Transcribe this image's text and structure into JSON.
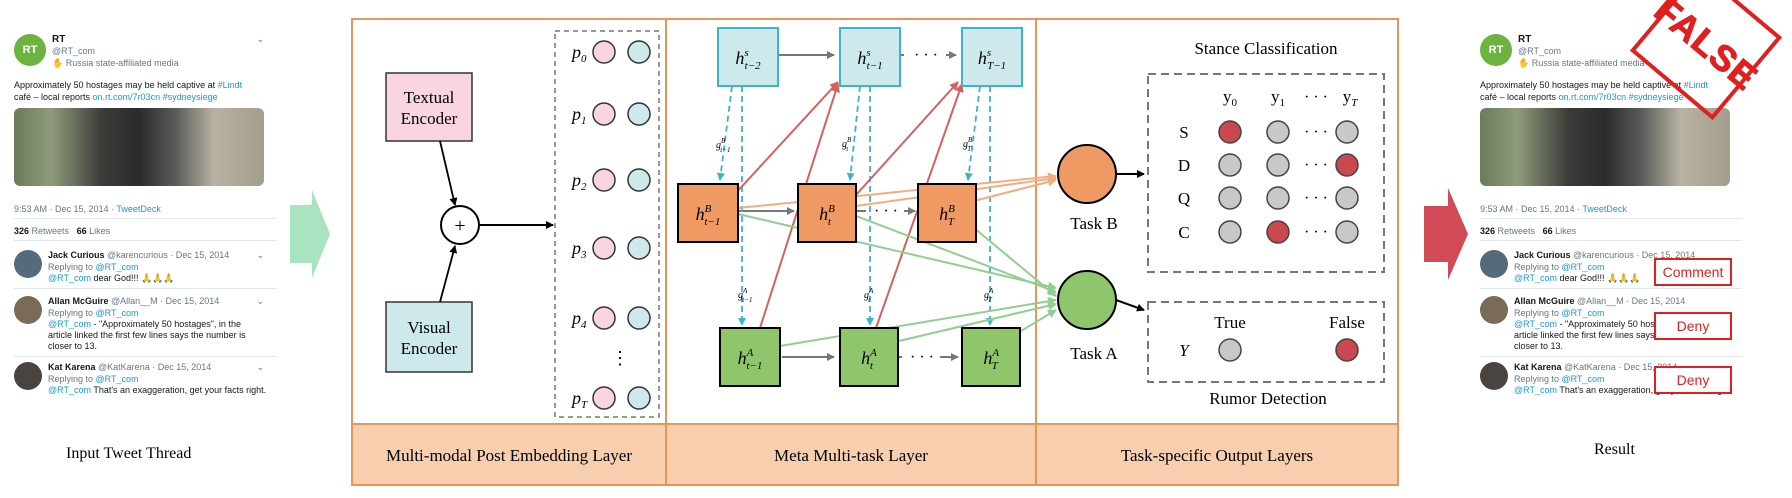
{
  "tweet": {
    "avatar_text": "RT",
    "account_name": "RT",
    "handle": "@RT_com",
    "affiliation": "Russia state-affiliated media",
    "text_line1_a": "Approximately 50 hostages may be held captive at ",
    "text_line1_b": "#Lindt",
    "text_line2_a": "café – local reports ",
    "text_line2_b": "on.rt.com/7r03cn #sydneysiege",
    "timestamp": "9:53 AM · Dec 15, 2014 · ",
    "source": "TweetDeck",
    "retweets": "326",
    "retweets_label": " Retweets",
    "likes": "66",
    "likes_label": " Likes",
    "replies": [
      {
        "name": "Jack Curious",
        "meta": " @karencurious · Dec 15, 2014",
        "replying": "Replying to ",
        "to": "@RT_com",
        "lines": [
          [
            "@RT_com",
            " dear God!!! 🙏🙏🙏"
          ]
        ]
      },
      {
        "name": "Allan McGuire",
        "meta": " @Allan__M · Dec 15, 2014",
        "replying": "Replying to ",
        "to": "@RT_com",
        "lines": [
          [
            "@RT_com",
            " - \"Approximately 50 hostages\", in the"
          ],
          [
            "",
            "article linked the first few lines says the number is"
          ],
          [
            "",
            "closer to 13."
          ]
        ]
      },
      {
        "name": "Kat Karena",
        "meta": " @KatKarena · Dec 15, 2014",
        "replying": "Replying to ",
        "to": "@RT_com",
        "lines": [
          [
            "@RT_com",
            " That's an exaggeration, get your facts right."
          ]
        ]
      }
    ]
  },
  "captions": {
    "input": "Input Tweet Thread",
    "result": "Result"
  },
  "stamp": "FALSE",
  "result_labels": [
    "Comment",
    "Deny",
    "Deny"
  ],
  "layers": {
    "embedding": "Multi-modal Post Embedding Layer",
    "meta": "Meta Multi-task Layer",
    "output": "Task-specific Output Layers"
  },
  "encoders": {
    "textual_1": "Textual",
    "textual_2": "Encoder",
    "visual_1": "Visual",
    "visual_2": "Encoder",
    "plus": "+"
  },
  "posts": [
    "0",
    "1",
    "2",
    "3",
    "4",
    "T"
  ],
  "output": {
    "stance_title": "Stance Classification",
    "rumor_title": "Rumor Detection",
    "task_b": "Task B",
    "task_a": "Task A",
    "rows": [
      "S",
      "D",
      "Q",
      "C"
    ],
    "y_label": "Y",
    "true_label": "True",
    "false_label": "False"
  },
  "colors": {
    "frame": "#e8955a",
    "band": "#f7cfae",
    "pink": "#f9d5e1",
    "cyan": "#cde9ec",
    "orange_node": "#ef9a62",
    "green_node": "#8fc56b",
    "red_dot": "#c84a50",
    "grey_dot": "#c8c8c8",
    "stamp_red": "#e0201e",
    "arrow_green": "#8fcf8f",
    "arrow_red": "#d56060"
  }
}
